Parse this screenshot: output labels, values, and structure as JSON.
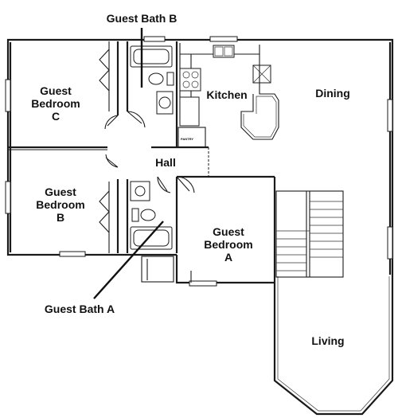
{
  "rooms": {
    "guest_bath_b": "Guest Bath B",
    "kitchen": "Kitchen",
    "dining": "Dining",
    "guest_bedroom_c": [
      "Guest",
      "Bedroom",
      "C"
    ],
    "hall": "Hall",
    "guest_bedroom_b": [
      "Guest",
      "Bedroom",
      "B"
    ],
    "guest_bedroom_a": [
      "Guest",
      "Bedroom",
      "A"
    ],
    "guest_bath_a": "Guest Bath A",
    "living": "Living",
    "pantry": "PANTRY"
  }
}
